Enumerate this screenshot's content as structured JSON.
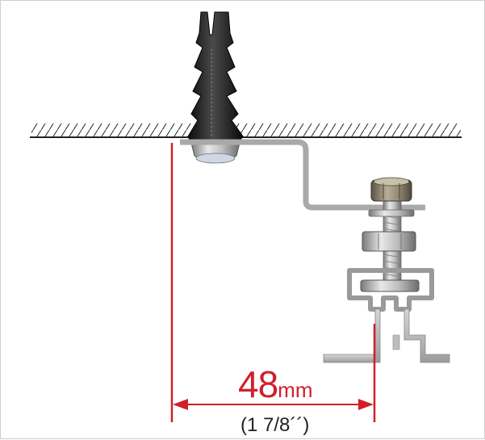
{
  "diagram": {
    "dimension_value": "48",
    "dimension_unit": "mm",
    "dimension_imperial": "(1 7/8´´)",
    "colors": {
      "dimension": "#d0202a",
      "text_dark": "#222222",
      "bracket": "#a9a9a9",
      "rail": "#b5b5b5",
      "anchor": "#1e1e1e"
    }
  }
}
